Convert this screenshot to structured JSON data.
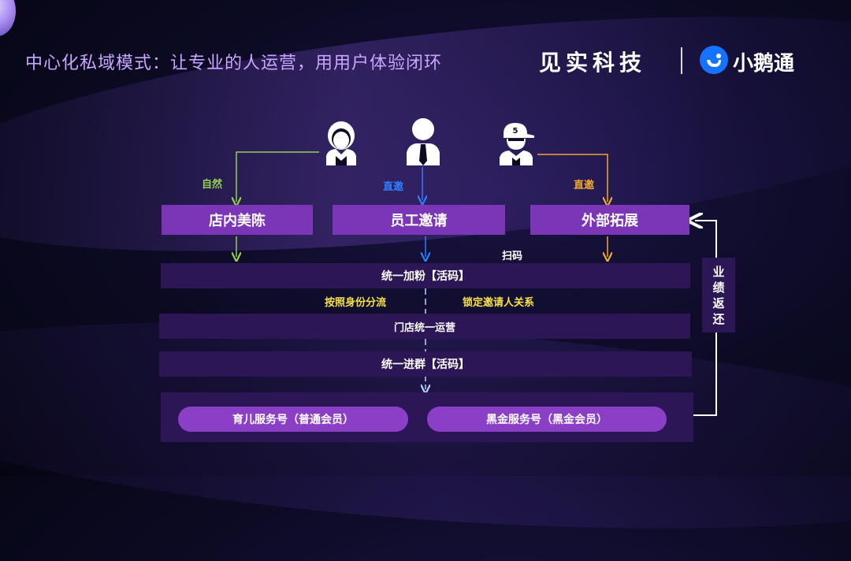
{
  "title": "中心化私域模式：让专业的人运营，用用户体验闭环",
  "brand": {
    "name1": "见实科技",
    "name2": "小鹅通"
  },
  "persons": {
    "right_badge": "5"
  },
  "labels": {
    "natural": "自然",
    "direct_invite_1": "直邀",
    "direct_invite_2": "直邀",
    "scan": "扫码",
    "split_by_identity": "按照身份分流",
    "lock_invite": "锁定邀请人关系"
  },
  "sources": {
    "store": "店内美陈",
    "employee": "员工邀请",
    "external": "外部拓展"
  },
  "bars": {
    "add_fans": "统一加粉【活码】",
    "store_ops": "门店统一运营",
    "join_group": "统一进群【活码】"
  },
  "services": {
    "parenting": "育儿服务号（普通会员）",
    "black_gold": "黑金服务号（黑金会员）"
  },
  "side": {
    "chars": [
      "业",
      "绩",
      "返",
      "还"
    ]
  },
  "colors": {
    "green": "#8fd14f",
    "blue": "#2f7dff",
    "orange": "#f0a830",
    "yellow": "#f5e14a",
    "purple_box": "#7b35b7",
    "bar": "#2d1656"
  }
}
